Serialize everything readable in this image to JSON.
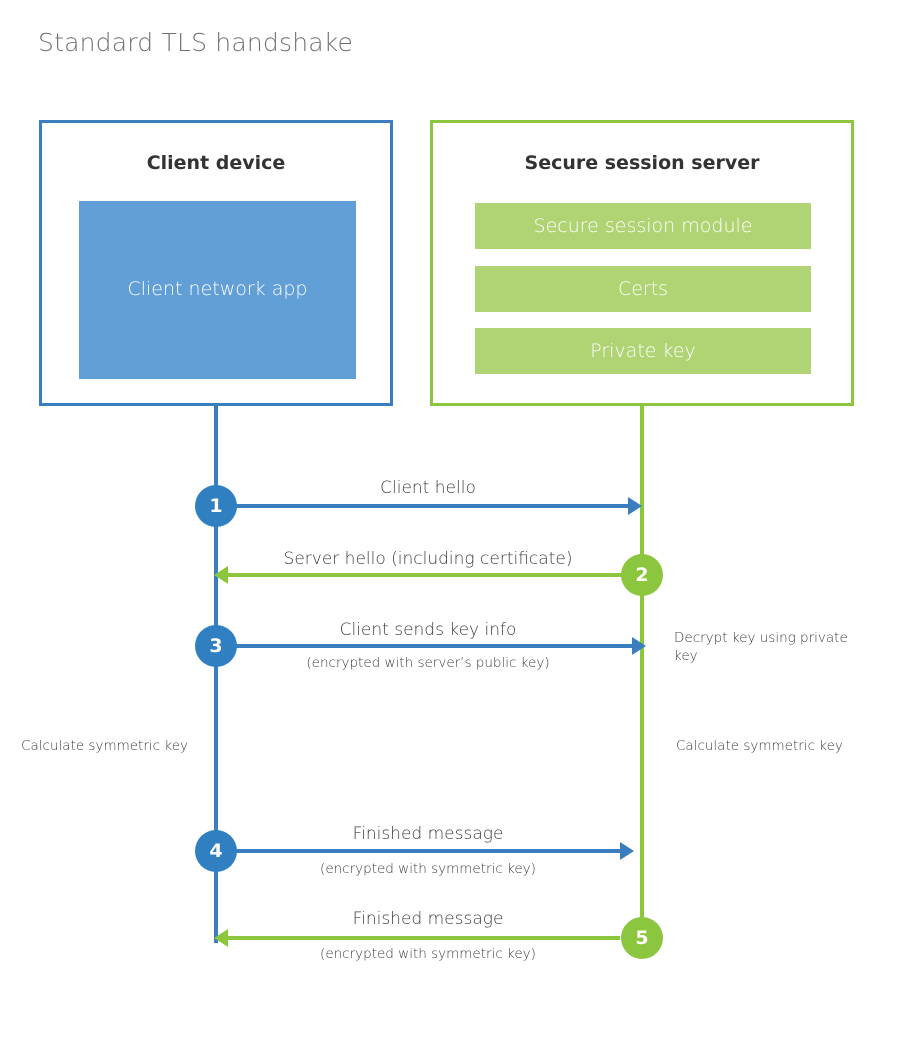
{
  "title": "Standard TLS handshake",
  "entities": {
    "client": {
      "title": "Client device",
      "app_label": "Client network app",
      "border_color": "#3a7ebf",
      "app_color": "#619fd6"
    },
    "server": {
      "title": "Secure session server",
      "border_color": "#8cc63e",
      "block_color": "#b0d474",
      "blocks": [
        {
          "label": "Secure session module"
        },
        {
          "label": "Certs"
        },
        {
          "label": "Private key"
        }
      ]
    }
  },
  "steps": [
    {
      "number": "1",
      "label": "Client hello",
      "sublabel": "",
      "direction": "client-to-server",
      "color": "#2f7fc1"
    },
    {
      "number": "2",
      "label": "Server hello (including certificate)",
      "sublabel": "",
      "direction": "server-to-client",
      "color": "#8cc63e"
    },
    {
      "number": "3",
      "label": "Client sends key info",
      "sublabel": "(encrypted with server’s public key)",
      "direction": "client-to-server",
      "color": "#2f7fc1"
    },
    {
      "number": "4",
      "label": "Finished message",
      "sublabel": "(encrypted with symmetric key)",
      "direction": "client-to-server",
      "color": "#2f7fc1"
    },
    {
      "number": "5",
      "label": "Finished message",
      "sublabel": "(encrypted with symmetric key)",
      "direction": "server-to-client",
      "color": "#8cc63e"
    }
  ],
  "notes": {
    "decrypt_key": "Decrypt key using private key",
    "client_calculate": "Calculate symmetric key",
    "server_calculate": "Calculate symmetric key"
  },
  "colors": {
    "client_blue": "#3a7ebf",
    "client_app_blue": "#619fd6",
    "step_blue": "#2f7fc1",
    "server_green": "#8cc63e",
    "server_block_green": "#b0d474",
    "text_dark": "#3d3d3d",
    "title_gray": "#6f6f6f",
    "background": "#ffffff"
  }
}
